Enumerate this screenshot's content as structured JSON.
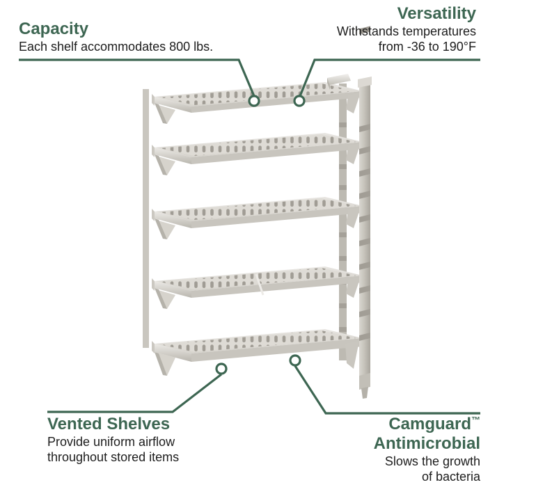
{
  "meta": {
    "kind": "product-feature-infographic",
    "subject": "Vented plastic shelving unit",
    "accent_green": "#3d6652",
    "body_text_color": "#1c1c1c",
    "background": "#ffffff",
    "shelf_light": "#e9e7e3",
    "shelf_mid": "#cfccc6",
    "shelf_dark": "#a8a49c"
  },
  "callouts": [
    {
      "id": "capacity",
      "title": "Capacity",
      "body": "Each shelf accommodates 800 lbs.",
      "align": "left",
      "position": "top-left"
    },
    {
      "id": "versatility",
      "title": "Versatility",
      "body": "Withstands temperatures\nfrom -36 to 190°F",
      "align": "right",
      "position": "top-right"
    },
    {
      "id": "vented-shelves",
      "title": "Vented Shelves",
      "body": "Provide uniform airflow\nthroughout stored items",
      "align": "left",
      "position": "bottom-left"
    },
    {
      "id": "camguard-antimicrobial",
      "title_line1": "Camguard",
      "title_trademark": "™",
      "title_line2": "Antimicrobial",
      "body": "Slows the growth\nof bacteria",
      "align": "right",
      "position": "bottom-right"
    }
  ],
  "product": {
    "shelf_count": 5,
    "post_notch_count": 12
  }
}
